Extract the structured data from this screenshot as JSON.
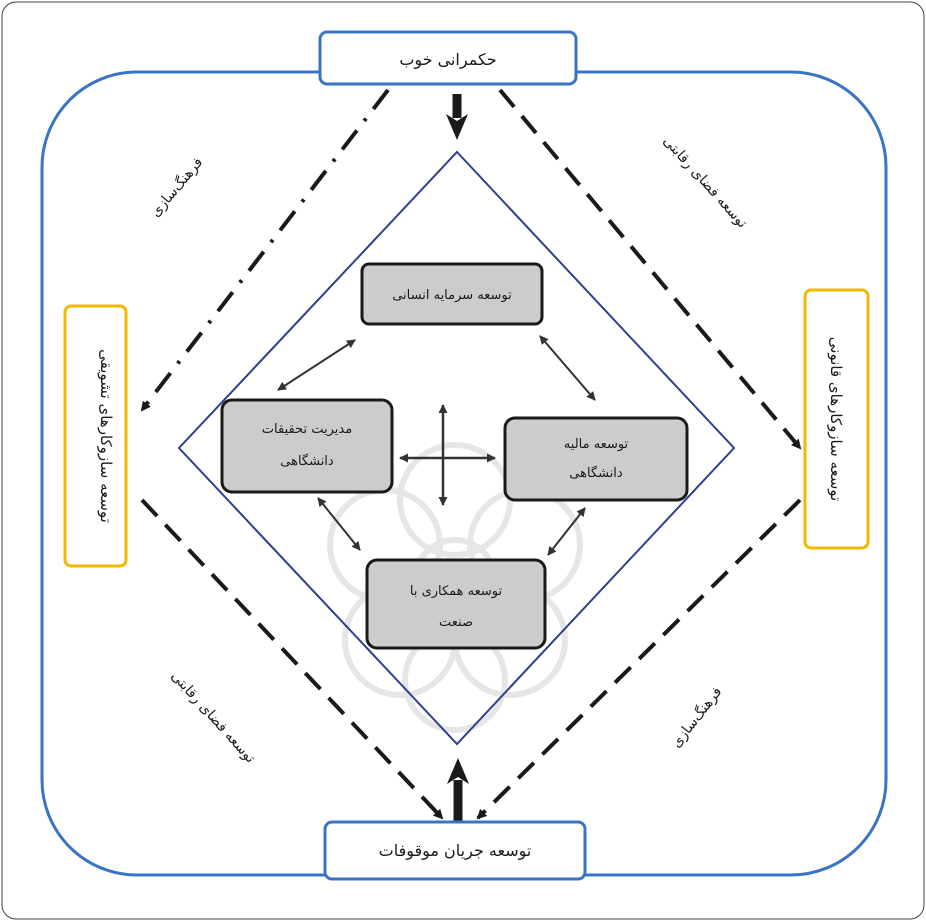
{
  "top_box": "حکمرانی خوب",
  "bottom_box": "توسعه جریان موقوفات",
  "left_box": "توسعه سازوکارهای تشویقی",
  "right_box": "توسعه سازوکارهای قانونی",
  "center_top": "توسعه سرمایه انسانی",
  "center_left": [
    "مدیریت تحقیقات",
    "دانشگاهی"
  ],
  "center_right": [
    "توسعه مالیه",
    "دانشگاهی"
  ],
  "center_bottom": [
    "توسعه همکاری با",
    "صنعت"
  ],
  "diag_top_left": "فرهنگ‌سازی",
  "diag_top_right": "توسعه فضای رقابتی",
  "diag_bottom_left": "توسعه فضای رقابتی",
  "diag_bottom_right": "فرهنگ‌سازی",
  "colors": {
    "frame": "#3a74c4",
    "diamond": "#2f3f8f",
    "side_box": "#f5b800",
    "inner_fill": "#cccccc",
    "arrow": "#1a1a1a"
  }
}
